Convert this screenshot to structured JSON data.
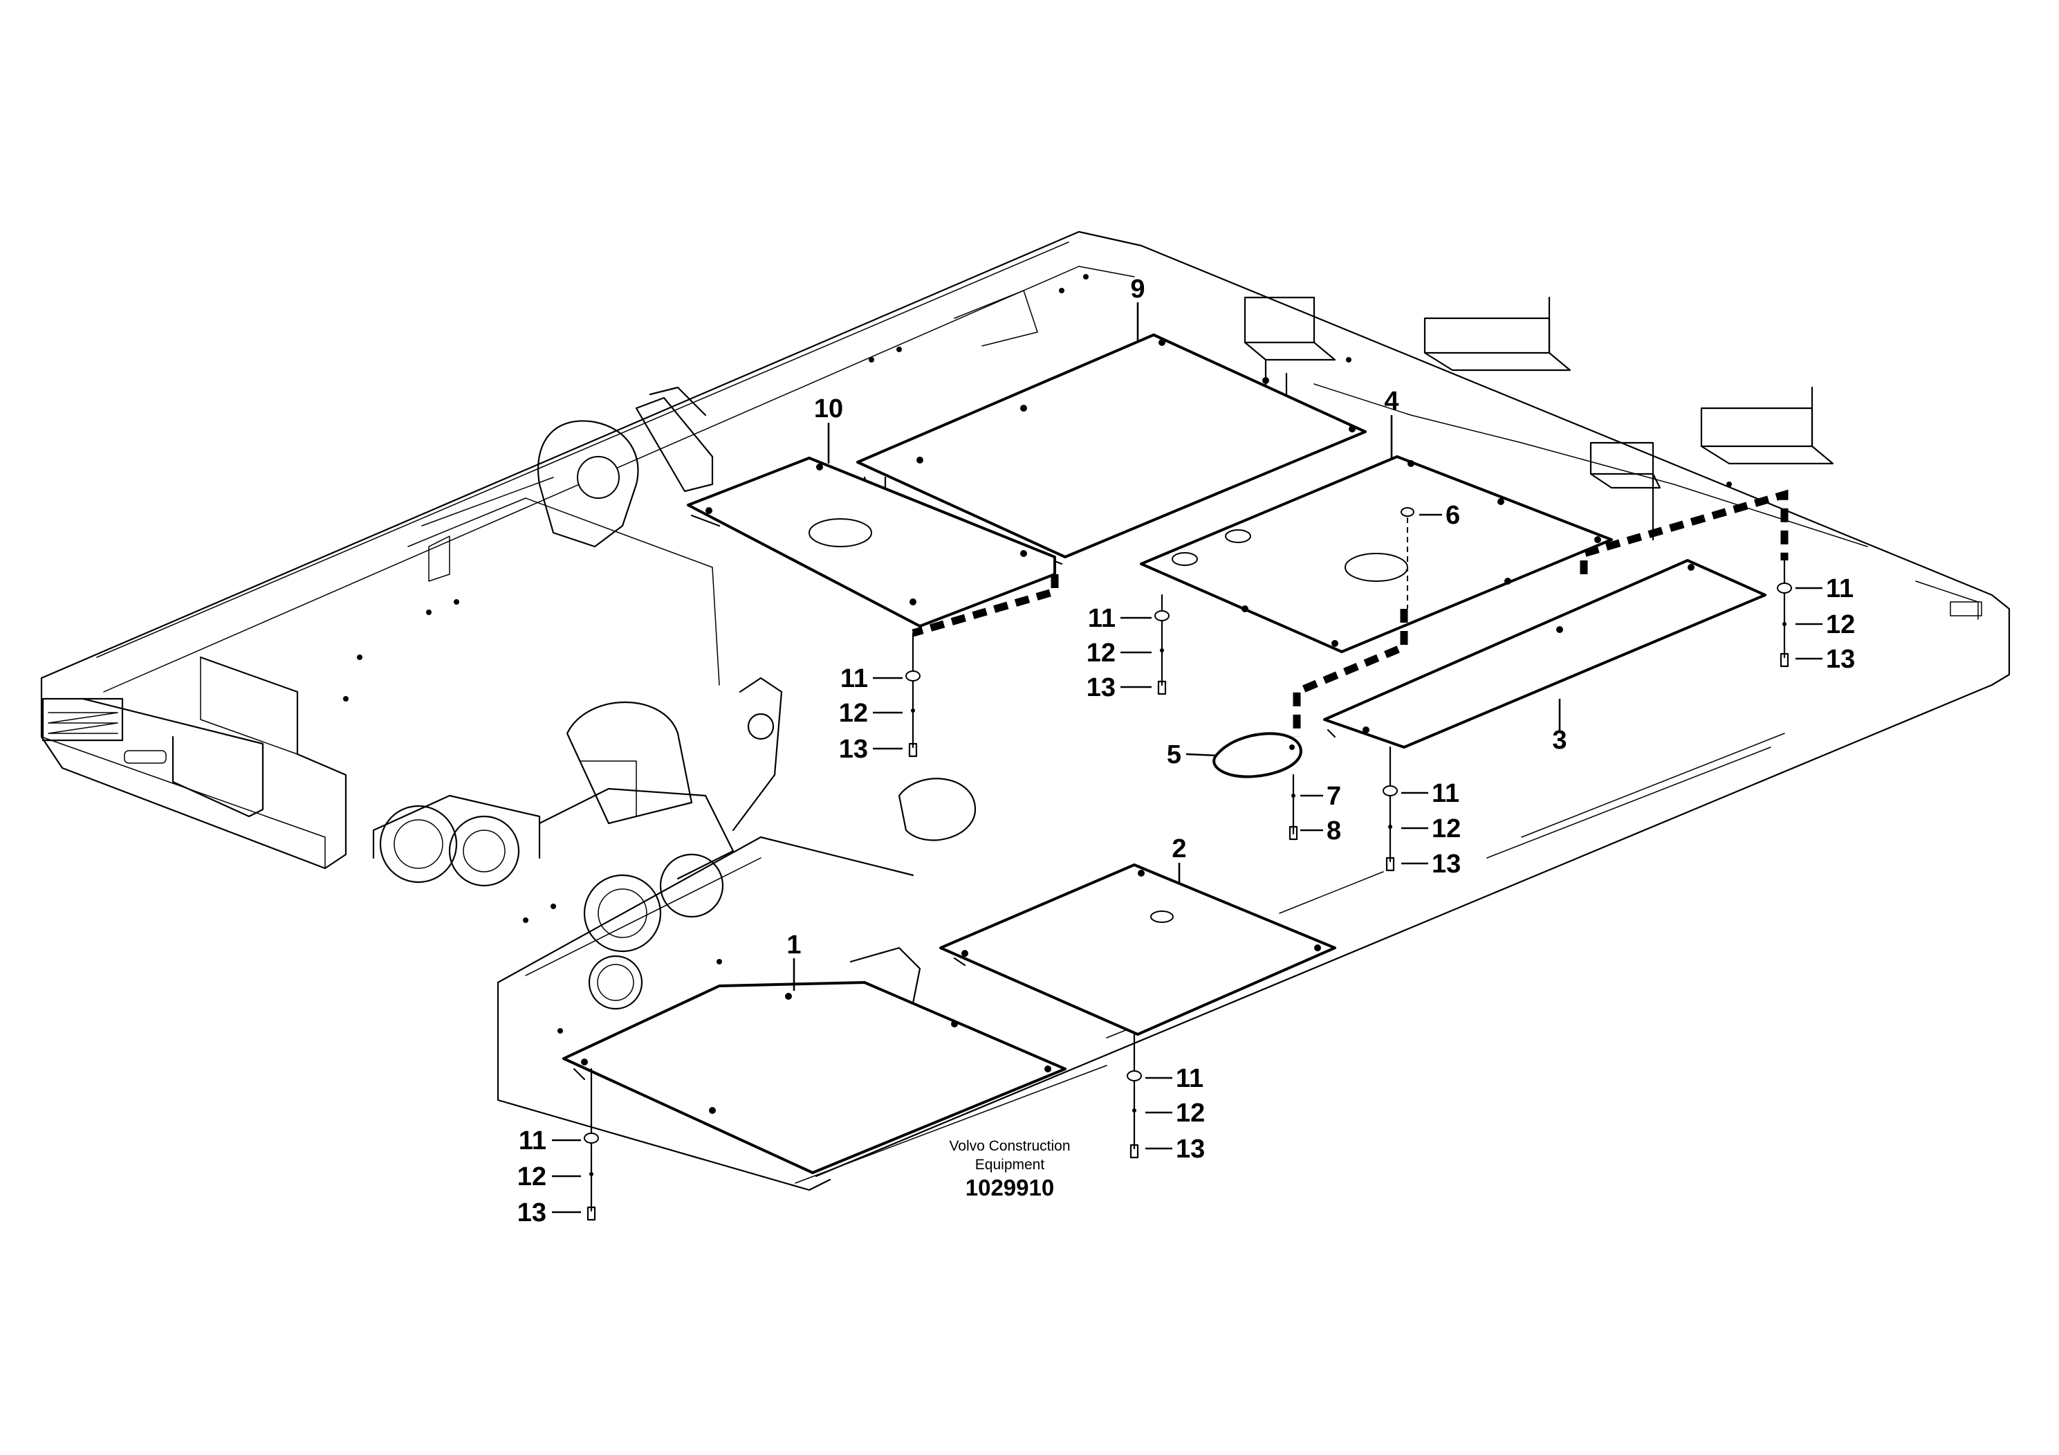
{
  "diagram": {
    "company": "Volvo Construction Equipment",
    "drawing_number": "1029910",
    "callouts": [
      {
        "id": "c1",
        "label": "1"
      },
      {
        "id": "c2",
        "label": "2"
      },
      {
        "id": "c3",
        "label": "3"
      },
      {
        "id": "c4",
        "label": "4"
      },
      {
        "id": "c5",
        "label": "5"
      },
      {
        "id": "c6",
        "label": "6"
      },
      {
        "id": "c7",
        "label": "7"
      },
      {
        "id": "c8",
        "label": "8"
      },
      {
        "id": "c9",
        "label": "9"
      },
      {
        "id": "c10",
        "label": "10"
      },
      {
        "id": "c11a",
        "label": "11"
      },
      {
        "id": "c12a",
        "label": "12"
      },
      {
        "id": "c13a",
        "label": "13"
      },
      {
        "id": "c11b",
        "label": "11"
      },
      {
        "id": "c12b",
        "label": "12"
      },
      {
        "id": "c13b",
        "label": "13"
      },
      {
        "id": "c11c",
        "label": "11"
      },
      {
        "id": "c12c",
        "label": "12"
      },
      {
        "id": "c13c",
        "label": "13"
      },
      {
        "id": "c11d",
        "label": "11"
      },
      {
        "id": "c12d",
        "label": "12"
      },
      {
        "id": "c13d",
        "label": "13"
      },
      {
        "id": "c11e",
        "label": "11"
      },
      {
        "id": "c12e",
        "label": "12"
      },
      {
        "id": "c13e",
        "label": "13"
      },
      {
        "id": "c11f",
        "label": "11"
      },
      {
        "id": "c12f",
        "label": "12"
      },
      {
        "id": "c13f",
        "label": "13"
      }
    ]
  }
}
